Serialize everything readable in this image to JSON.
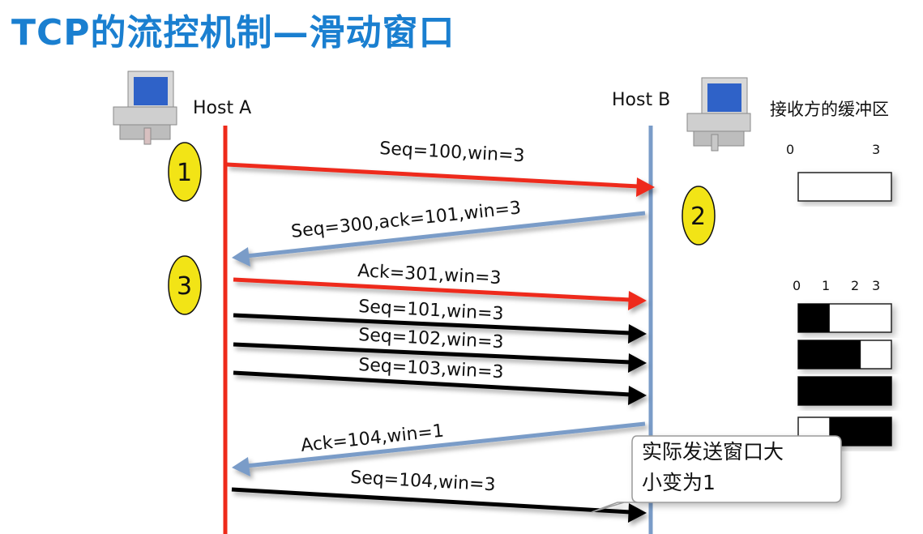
{
  "title": "TCP的流控机制—滑动窗口",
  "hosts": {
    "a": "Host A",
    "b": "Host B"
  },
  "buffer_title": "接收方的缓冲区",
  "step_badges": [
    "1",
    "2",
    "3"
  ],
  "messages": [
    {
      "text": "Seq=100,win=3",
      "direction": "A-to-B",
      "color": "red"
    },
    {
      "text": "Seq=300,ack=101,win=3",
      "direction": "B-to-A",
      "color": "blue"
    },
    {
      "text": "Ack=301,win=3",
      "direction": "A-to-B",
      "color": "red"
    },
    {
      "text": "Seq=101,win=3",
      "direction": "A-to-B",
      "color": "black"
    },
    {
      "text": "Seq=102,win=3",
      "direction": "A-to-B",
      "color": "black"
    },
    {
      "text": "Seq=103,win=3",
      "direction": "A-to-B",
      "color": "black"
    },
    {
      "text": "Ack=104,win=1",
      "direction": "B-to-A",
      "color": "blue"
    },
    {
      "text": "Seq=104,win=3",
      "direction": "A-to-B",
      "color": "black"
    }
  ],
  "buffer_ticks_1": [
    "0",
    "3"
  ],
  "buffer_ticks_2": [
    "0",
    "1",
    "2",
    "3"
  ],
  "buffers": [
    {
      "filled_slots": []
    },
    {
      "filled_slots": [
        1
      ]
    },
    {
      "filled_slots": [
        1,
        2
      ]
    },
    {
      "filled_slots": [
        1,
        2,
        3
      ]
    },
    {
      "filled_slots": [
        2,
        3
      ]
    }
  ],
  "callout": {
    "line1": "实际发送窗口大",
    "line2": "小变为1"
  },
  "colors": {
    "title": "#1a7fd0",
    "host_a_line": "#ee2a1a",
    "host_b_line": "#7a9cc8",
    "red_arrow": "#ee2a1a",
    "blue_arrow": "#7a9cc8",
    "black_arrow": "#000000",
    "badge": "#f2e416"
  },
  "icons": [
    "computer-icon"
  ]
}
